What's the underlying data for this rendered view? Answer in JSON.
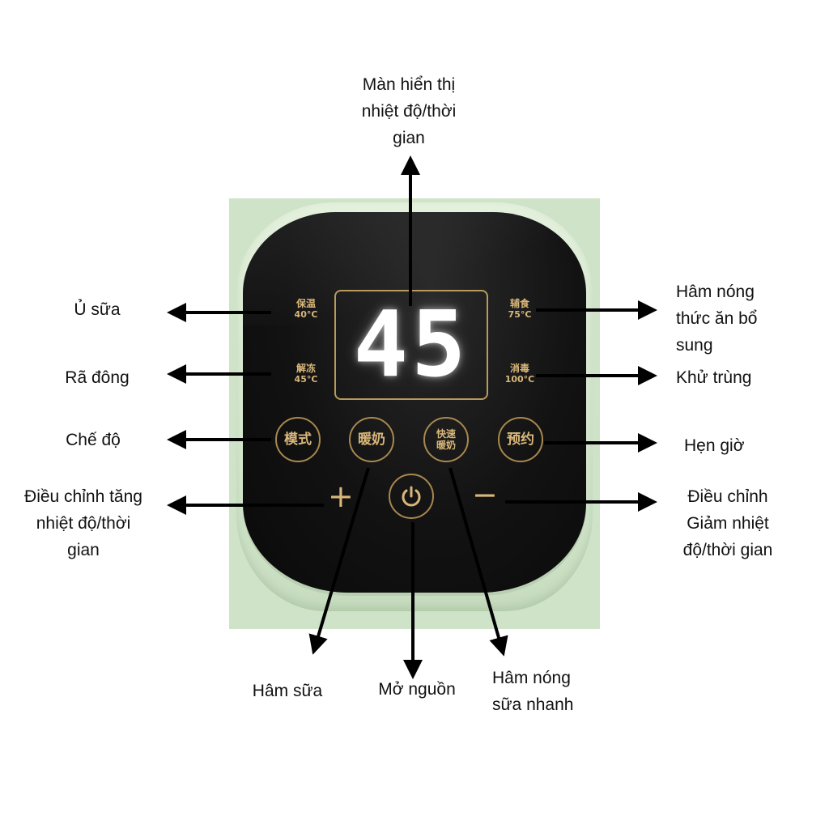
{
  "device": {
    "display_value": "45",
    "accent_color": "#d9b77a",
    "body_color": "#d6e8cf",
    "panel_color": "#121212",
    "modes": [
      {
        "name": "保温",
        "temp": "40°C"
      },
      {
        "name": "解冻",
        "temp": "45°C"
      },
      {
        "name": "辅食",
        "temp": "75°C"
      },
      {
        "name": "消毒",
        "temp": "100°C"
      }
    ],
    "buttons": {
      "mode": "模式",
      "warm_milk": "暖奶",
      "fast_warm_line1": "快速",
      "fast_warm_line2": "暖奶",
      "schedule": "预约",
      "plus": "+",
      "minus": "−",
      "power_icon": "power-icon"
    }
  },
  "callouts": {
    "display": "Màn hiển thị\nnhiệt độ/thời\ngian",
    "keep_warm": "Ủ sữa",
    "defrost": "Rã đông",
    "mode": "Chế độ",
    "increase": "Điều chỉnh tăng\nnhiệt độ/thời\ngian",
    "baby_food": "Hâm nóng\nthức ăn bổ\nsung",
    "sterilize": "Khử trùng",
    "schedule": "Hẹn giờ",
    "decrease": "Điều chỉnh\nGiảm nhiệt\nđộ/thời gian",
    "warm_milk": "Hâm sữa",
    "power": "Mở nguồn",
    "fast_warm": "Hâm nóng\nsữa nhanh"
  }
}
